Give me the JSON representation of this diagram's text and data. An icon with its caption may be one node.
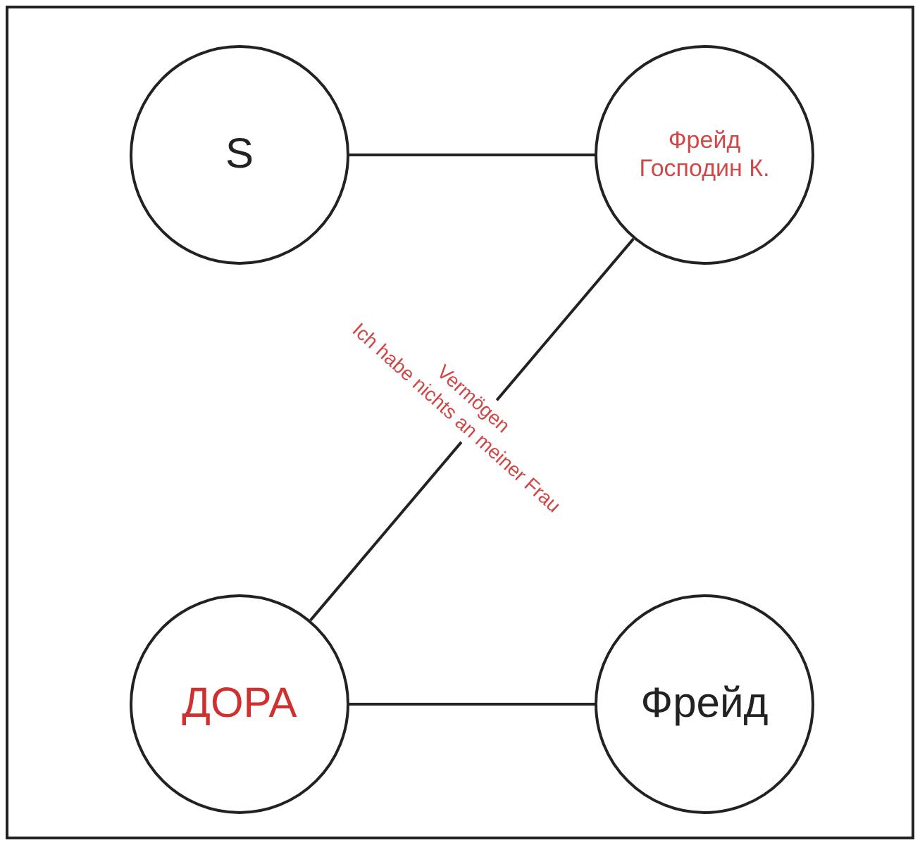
{
  "diagram": {
    "nodes": [
      {
        "text": [
          "S"
        ]
      },
      {
        "text": [
          "Фрейд Господин К."
        ]
      },
      {
        "text": [
          "ДОРА"
        ]
      },
      {
        "text": [
          "Фрейд"
        ]
      }
    ],
    "edges": [
      {
        "from": 0,
        "to": 1,
        "arrow": "none"
      },
      {
        "from": 2,
        "to": 1,
        "arrow": "none"
      },
      {
        "from": 2,
        "to": 3,
        "arrow": "none"
      }
    ],
    "labels": [
      "Vermögen",
      "Ich habe nichts an meiner Frau"
    ]
  }
}
